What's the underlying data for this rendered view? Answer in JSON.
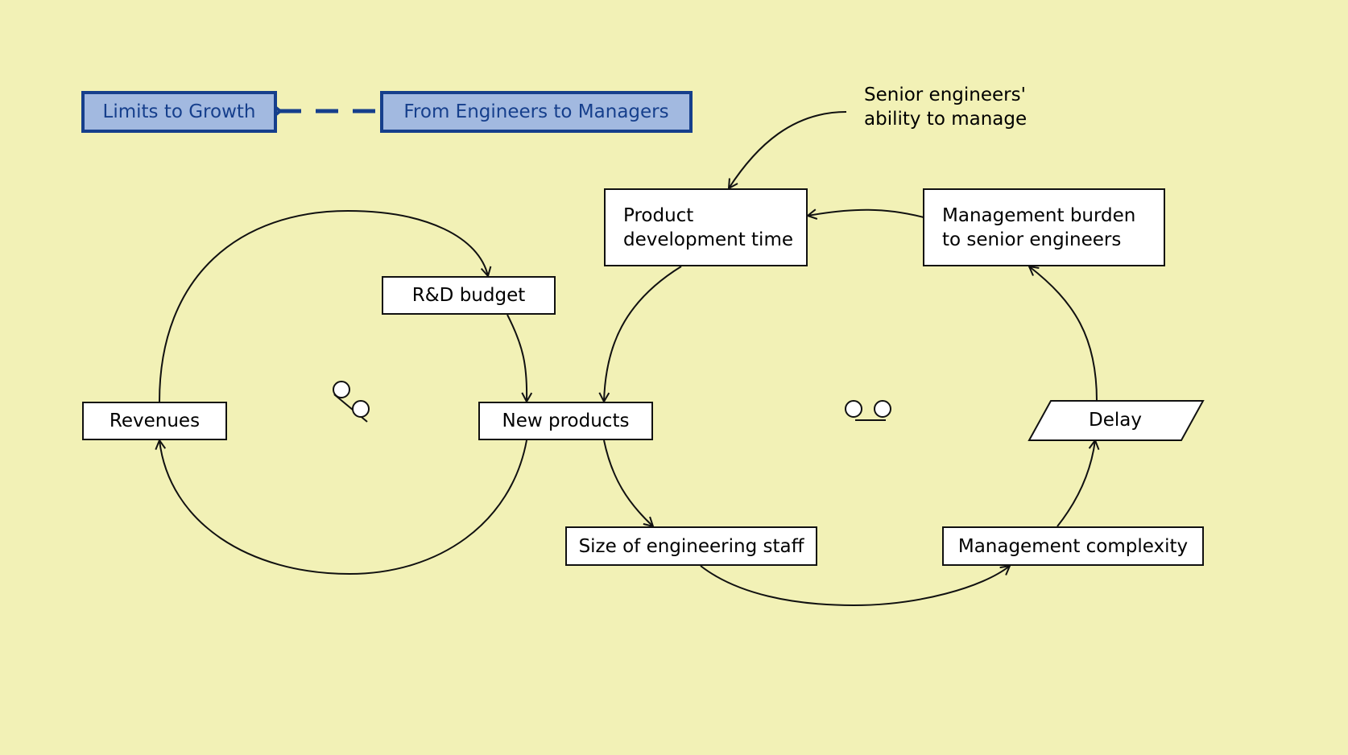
{
  "nav": {
    "parent": "Limits to Growth",
    "current": "From Engineers to Managers"
  },
  "colors": {
    "background": "#f2f1b6",
    "nav_fill": "#a2b9e0",
    "nav_border": "#163f8c",
    "node_fill": "#ffffff",
    "stroke": "#111111"
  },
  "nodes": {
    "revenues": "Revenues",
    "rd_budget": "R&D budget",
    "new_products": "New products",
    "size_staff": "Size of engineering staff",
    "mgmt_complexity": "Management complexity",
    "delay": "Delay",
    "pdt_line1": "Product",
    "pdt_line2": "development time",
    "mb_line1": "Management burden",
    "mb_line2": "to senior engineers"
  },
  "external": {
    "line1": "Senior engineers'",
    "line2": "ability to manage"
  },
  "loops": {
    "left": "reinforcing-loop-icon",
    "right": "balancing-loop-icon"
  }
}
